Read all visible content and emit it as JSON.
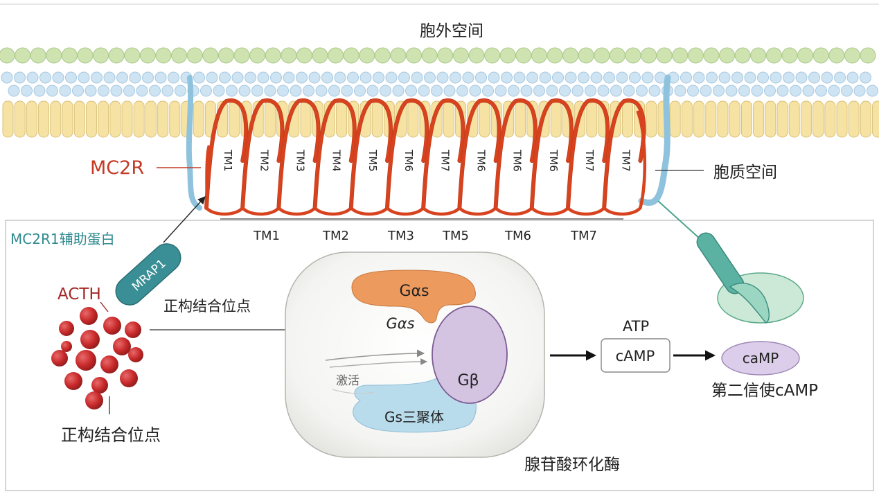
{
  "labels": {
    "extracellular": "胞外空间",
    "cytoplasm": "胞质空间",
    "mc2r": "MC2R",
    "mrap_title": "MC2R1辅助蛋白",
    "mrap1": "MRAP1",
    "acth": "ACTH",
    "orthosteric_site_1": "正构结合位点",
    "orthosteric_site_2": "正构结合位点",
    "g_alpha_s_box": "Gαs",
    "g_alpha_s_sub": "Gαs",
    "g_beta": "Gβ",
    "gs_trimer": "Gs三聚体",
    "activation": "激活",
    "atp": "ATP",
    "camp_box": "cAMP",
    "camp_ellipse": "caMP",
    "second_messenger": "第二信使cAMP",
    "adenylyl_cyclase": "腺苷酸环化酶"
  },
  "helix_loop_labels": [
    "TM1",
    "TM2",
    "TM3",
    "TM4",
    "TM5",
    "TM6",
    "TM7",
    "TM6",
    "TM6",
    "TM6",
    "TM7",
    "TM7"
  ],
  "tm_row_labels": [
    "TM1",
    "TM2",
    "TM3",
    "TM5",
    "TM6",
    "TM7"
  ],
  "colors": {
    "receptor_red": "#d8431f",
    "mc2r_text": "#c43a25",
    "teal_text": "#2f8a8f",
    "mrap_fill": "#3a8f96",
    "acth_red": "#c8292a",
    "g_alpha_fill": "#ec9a5e",
    "g_beta_fill": "#d4c4e2",
    "gs_fill": "#b9dcec",
    "camp_ellipse_fill": "#dccdea",
    "lipid_head_green": "#cfe3b1",
    "lipid_tail_yellow": "#f6e3a3",
    "lipid_bead_blue": "#cfe4f3"
  }
}
